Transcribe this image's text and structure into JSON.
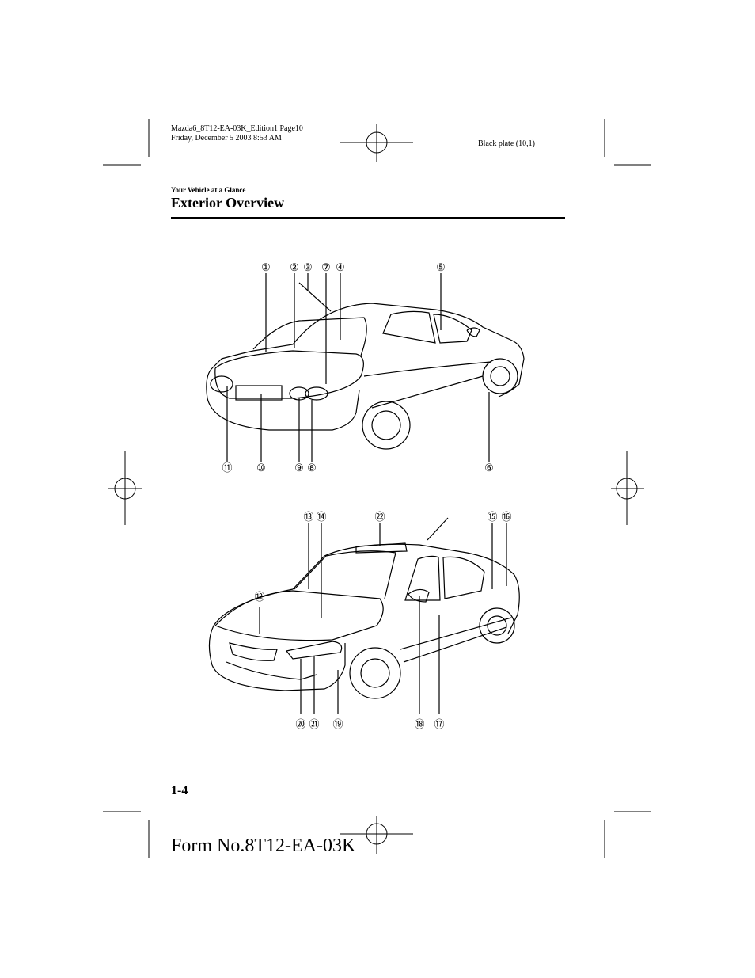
{
  "print_meta": {
    "line1": "Mazda6_8T12-EA-03K_Edition1 Page10",
    "line2": "Friday, December 5 2003 8:53 AM",
    "plate": "Black plate (10,1)"
  },
  "header": {
    "section": "Your Vehicle at a Glance",
    "title": "Exterior Overview"
  },
  "rear_view_callouts": {
    "top": [
      "①",
      "②",
      "③",
      "⑦",
      "④",
      "⑤"
    ],
    "bottom": [
      "⑪",
      "⑩",
      "⑨",
      "⑧",
      "⑥"
    ]
  },
  "front_view_callouts": {
    "top": [
      "⑬",
      "⑭",
      "㉒",
      "⑮",
      "⑯"
    ],
    "side": [
      "⑫"
    ],
    "bottom": [
      "⑳",
      "㉑",
      "⑲",
      "⑱",
      "⑰"
    ]
  },
  "footer": {
    "page_number": "1-4",
    "form_number": "Form No.8T12-EA-03K"
  }
}
